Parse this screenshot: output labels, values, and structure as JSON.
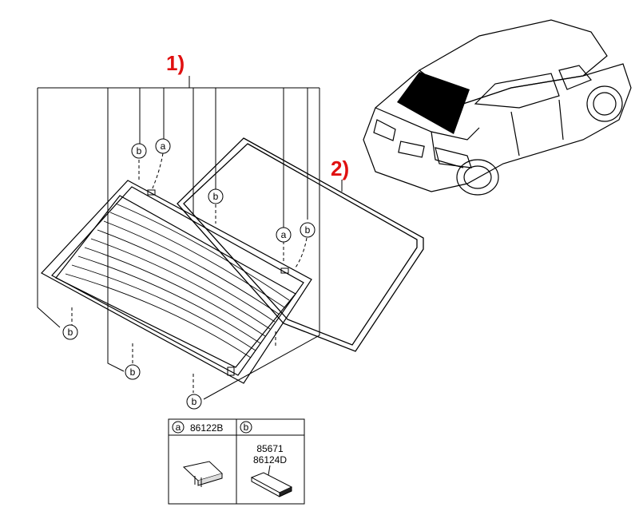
{
  "callouts": {
    "rear_glass_assembly": "1)",
    "windshield_seal": "2)"
  },
  "markers": {
    "a": "a",
    "b": "b"
  },
  "legend": {
    "a_part": "86122B",
    "b_part_1": "85671",
    "b_part_2": "86124D"
  },
  "colors": {
    "callout_text": "#e01010",
    "line": "#000000"
  }
}
